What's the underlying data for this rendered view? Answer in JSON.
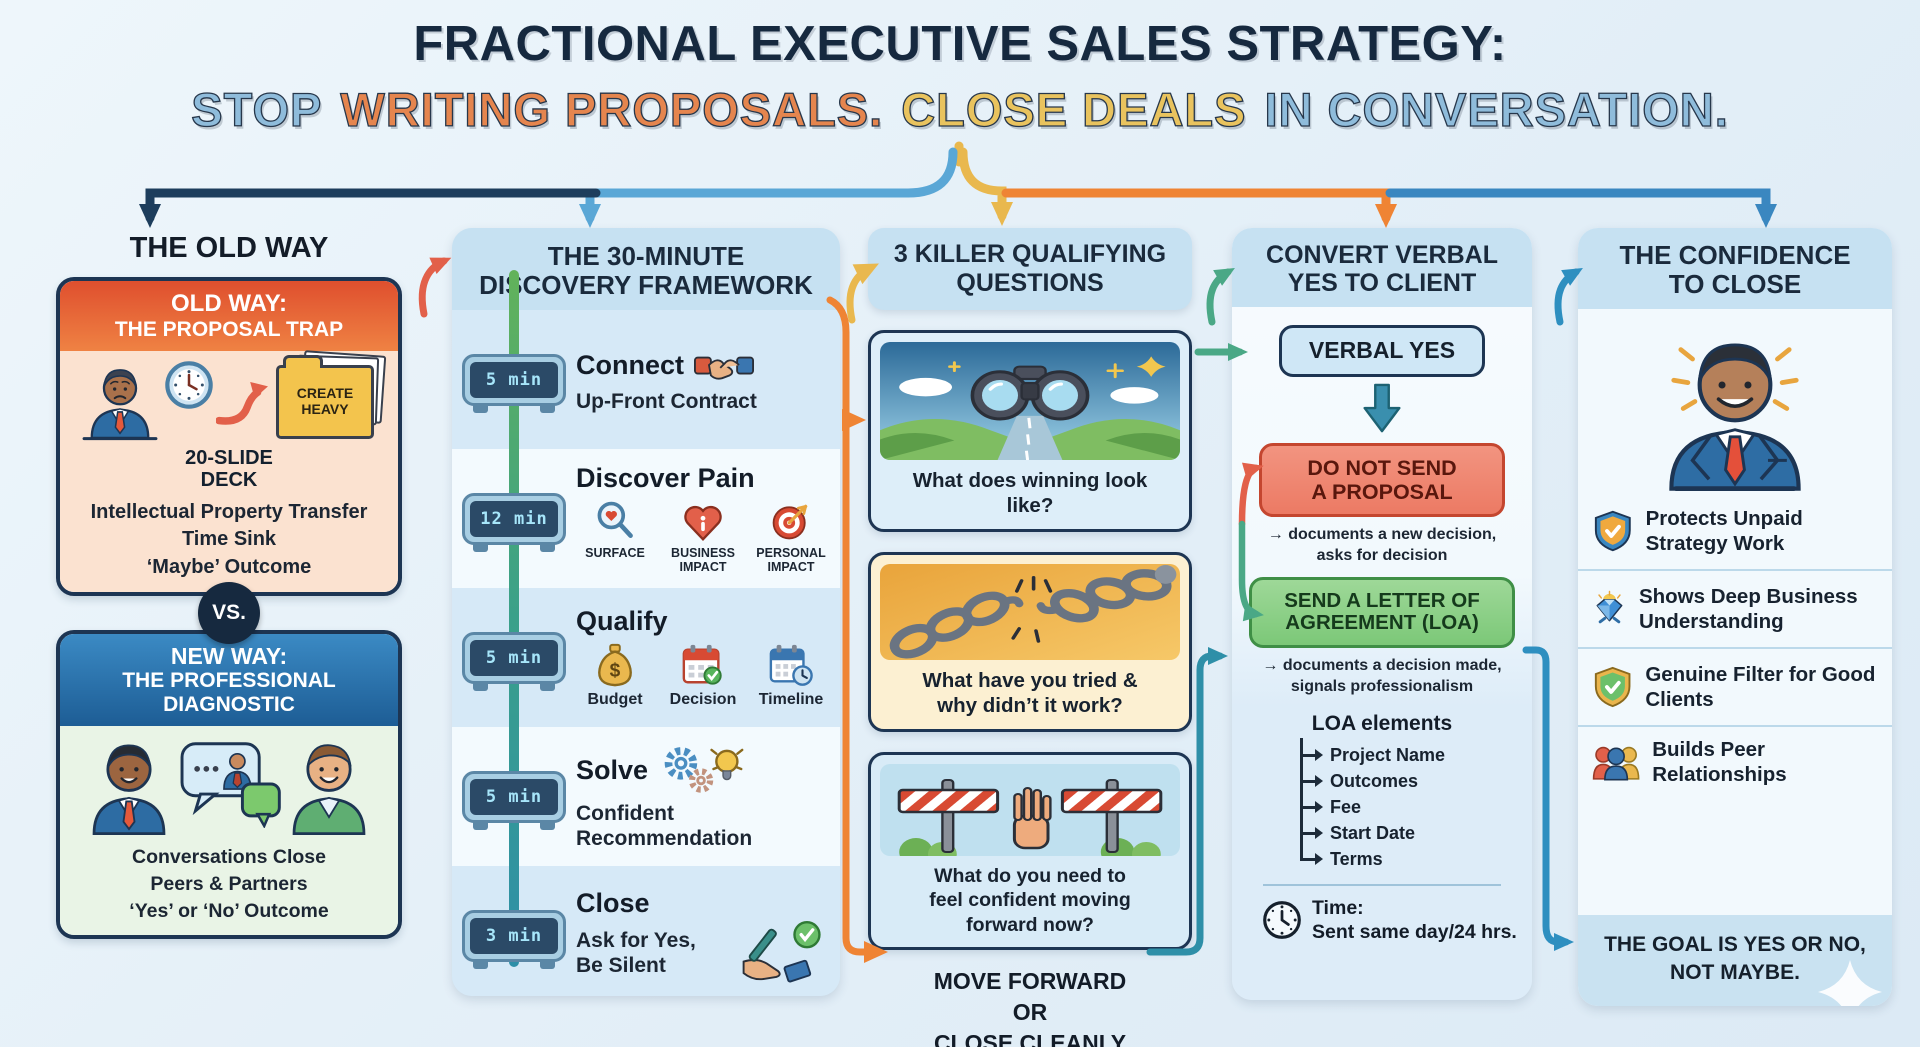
{
  "palette": {
    "background": "#e7f1f8",
    "title_navy": "#16293f",
    "subtitle_blue": "#8fbcdb",
    "subtitle_orange": "#e5854e",
    "subtitle_gold": "#e9c35e",
    "panel_blue": "#c6e1f2",
    "card_border_navy": "#1d3553",
    "old_way_red": "#df4f2e",
    "new_way_blue": "#2d7ab5",
    "alert_red_box": "#ec7a64",
    "success_green_box": "#7cc878",
    "connector_orange": "#ef8434",
    "connector_teal": "#2e8fa8",
    "timer_screen": "#2b4a67",
    "timer_digits": "#a7e6fa"
  },
  "title": {
    "line1": "FRACTIONAL EXECUTIVE SALES STRATEGY:",
    "seg_stop": "STOP",
    "seg_writing": "WRITING PROPOSALS.",
    "seg_close": "CLOSE DEALS",
    "seg_conversation": "IN CONVERSATION."
  },
  "col1": {
    "heading": "THE OLD WAY",
    "old_card": {
      "header1": "OLD WAY:",
      "header2": "THE PROPOSAL TRAP",
      "folder1": "CREATE",
      "folder2": "HEAVY",
      "deck1": "20-SLIDE",
      "deck2": "DECK",
      "line1": "Intellectual Property Transfer",
      "line2": "Time Sink",
      "line3": "‘Maybe’ Outcome"
    },
    "vs": "VS.",
    "new_card": {
      "header1": "NEW WAY:",
      "header2": "THE PROFESSIONAL",
      "header3": "DIAGNOSTIC",
      "line1": "Conversations Close",
      "line2": "Peers & Partners",
      "line3": "‘Yes’ or ‘No’ Outcome"
    }
  },
  "col2": {
    "heading1": "THE 30-MINUTE",
    "heading2": "DISCOVERY FRAMEWORK",
    "steps": [
      {
        "time": "5 min",
        "title": "Connect",
        "subtitle": "Up-Front Contract"
      },
      {
        "time": "12 min",
        "title": "Discover Pain",
        "labels": [
          "SURFACE",
          "BUSINESS IMPACT",
          "PERSONAL IMPACT"
        ]
      },
      {
        "time": "5 min",
        "title": "Qualify",
        "labels": [
          "Budget",
          "Decision",
          "Timeline"
        ]
      },
      {
        "time": "5 min",
        "title": "Solve",
        "subtitle": "Confident Recommendation"
      },
      {
        "time": "3 min",
        "title": "Close",
        "subtitle": "Ask for Yes, Be Silent"
      }
    ]
  },
  "col3": {
    "heading1": "3 KILLER QUALIFYING",
    "heading2": "QUESTIONS",
    "q1": "What does winning look like?",
    "q2": "What have you tried & why didn’t it work?",
    "q3": "What do you need to feel confident moving forward now?",
    "footer1": "MOVE FORWARD",
    "footer2": "OR",
    "footer3": "CLOSE CLEANLY"
  },
  "col4": {
    "heading1": "CONVERT VERBAL",
    "heading2": "YES TO CLIENT",
    "verbal_yes": "VERBAL YES",
    "do_not_send1": "DO NOT SEND",
    "do_not_send2": "A PROPOSAL",
    "note1a": "→ documents a new decision,",
    "note1b": "asks for decision",
    "loa1": "SEND A LETTER OF",
    "loa2": "AGREEMENT (LOA)",
    "note2a": "→ documents a decision made,",
    "note2b": "signals professionalism",
    "loa_elements_title": "LOA elements",
    "loa_elements": [
      "Project Name",
      "Outcomes",
      "Fee",
      "Start Date",
      "Terms"
    ],
    "time_label": "Time:",
    "time_value": "Sent same day/24 hrs."
  },
  "col5": {
    "heading1": "THE CONFIDENCE",
    "heading2": "TO CLOSE",
    "benefits": [
      "Protects Unpaid Strategy Work",
      "Shows Deep Business Understanding",
      "Genuine Filter for Good Clients",
      "Builds Peer Relationships"
    ],
    "footer1": "THE GOAL IS YES OR NO,",
    "footer2": "NOT MAYBE."
  }
}
